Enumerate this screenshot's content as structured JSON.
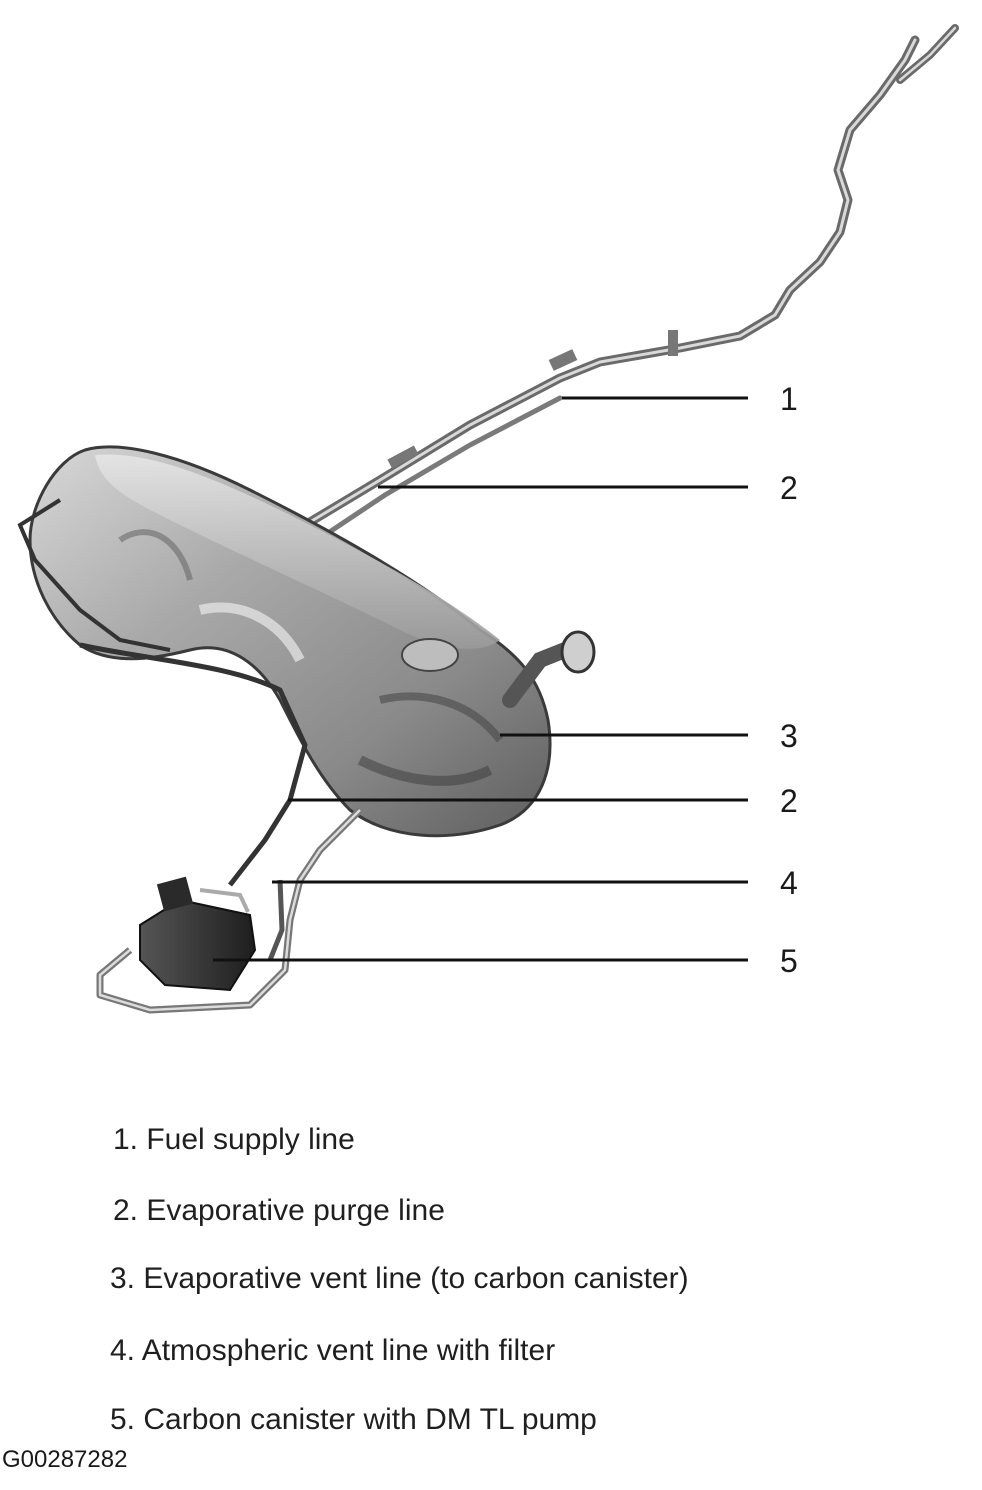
{
  "callouts": [
    {
      "label": "1"
    },
    {
      "label": "2"
    },
    {
      "label": "3"
    },
    {
      "label": "2"
    },
    {
      "label": "4"
    },
    {
      "label": "5"
    }
  ],
  "legend": [
    "1. Fuel supply line",
    "2. Evaporative purge line",
    "3. Evaporative vent line (to carbon canister)",
    "4. Atmospheric vent line with filter",
    "5. Carbon canister with DM TL pump"
  ],
  "figure_id": "G00287282"
}
